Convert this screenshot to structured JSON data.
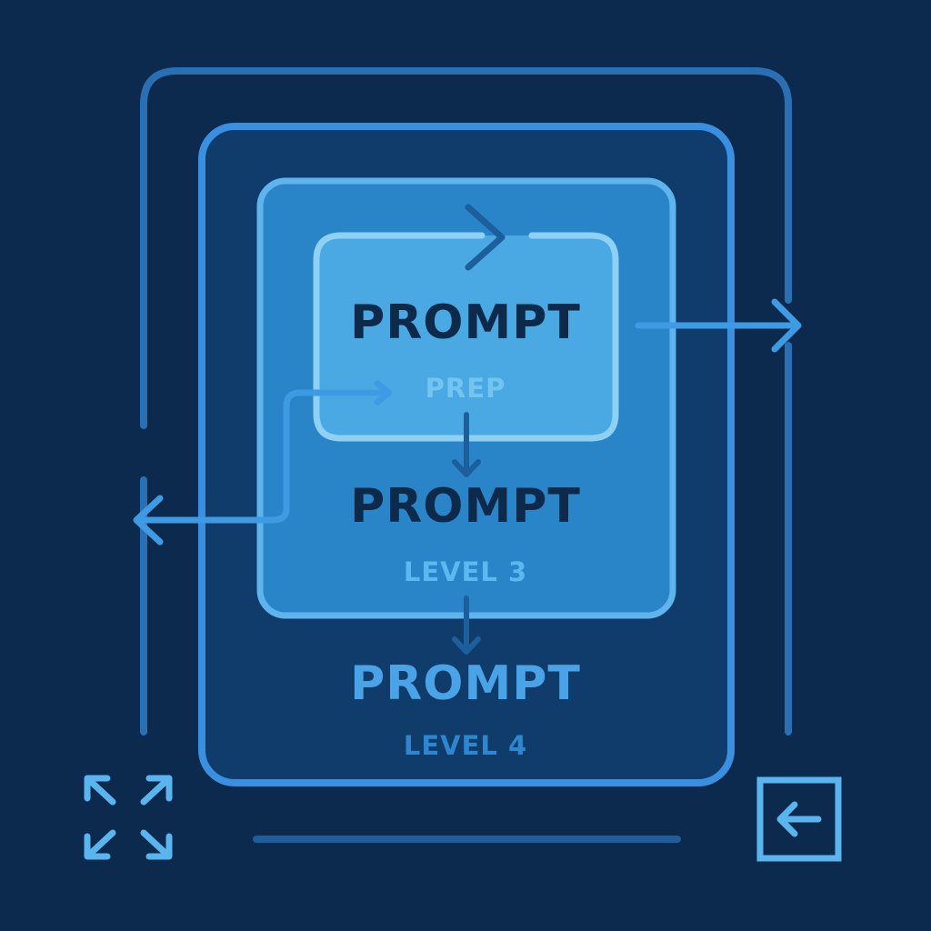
{
  "colors": {
    "background": "#0b2a4d",
    "outer_frame": "#2a6fb3",
    "level4_border": "#3b8fe0",
    "level4_fill": "#0f3c6b",
    "level3_border": "#5fb4ee",
    "level3_fill": "#2a84c8",
    "prep_border": "#8fd0f5",
    "prep_fill": "#4aa9e2",
    "arrow_light": "#3f9ae4",
    "arrow_dark": "#1d5e9c",
    "icon": "#5ab4ee"
  },
  "diagram": {
    "inner": {
      "title": "PROMPT",
      "subtitle": "PREP"
    },
    "level3": {
      "title": "PROMPT",
      "subtitle": "LEVEL 3"
    },
    "level4": {
      "title": "PROMPT",
      "subtitle": "LEVEL 4"
    }
  },
  "controls": {
    "expand_icon": "expand-arrows-icon",
    "back_icon": "arrow-left-box-icon",
    "scrollbar": "horizontal-scrollbar"
  }
}
